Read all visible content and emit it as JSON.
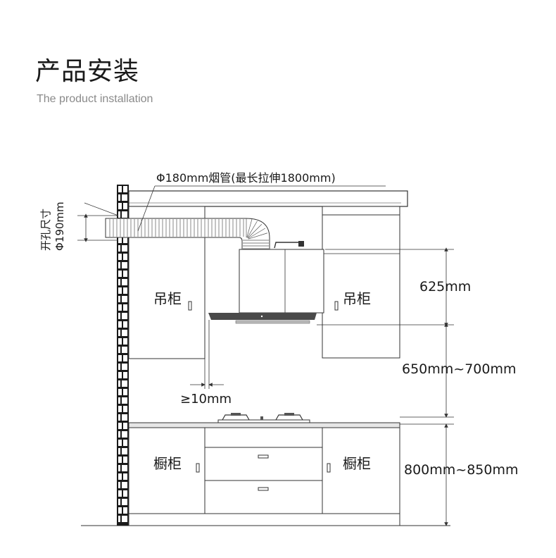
{
  "header": {
    "title": "产品安装",
    "subtitle": "The product installation"
  },
  "diagram": {
    "pipe_label": "Φ180mm烟管(最长拉伸1800mm)",
    "hole_label_line1": "开孔尺寸",
    "hole_label_line2": "Φ190mm",
    "upper_cabinet_left": "吊柜",
    "upper_cabinet_right": "吊柜",
    "lower_cabinet_left": "橱柜",
    "lower_cabinet_right": "橱柜",
    "clearance_label": "≥10mm",
    "dim_hood_height": "625mm",
    "dim_hood_to_stove": "650mm~700mm",
    "dim_counter_height": "800mm~850mm"
  },
  "colors": {
    "line": "#333333",
    "brick": "#1a1a1a",
    "counter": "#d9d9d9"
  }
}
